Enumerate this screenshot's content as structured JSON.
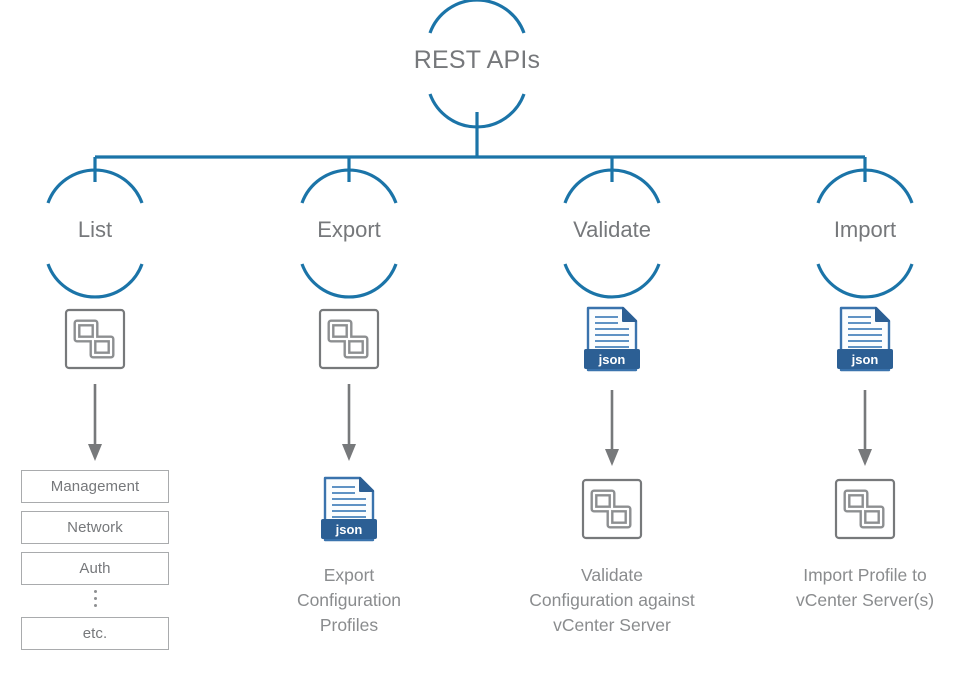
{
  "diagram": {
    "title": "REST APIs",
    "accent_color": "#1b74a8",
    "text_color": "#76787b",
    "box_border_color": "#a9abad",
    "arrow_color": "#77797b",
    "json_badge_color": "#2c5f94",
    "branches": [
      {
        "id": "list",
        "label": "List",
        "icon": "vcenter-icon",
        "arrow": "down-arrow-icon",
        "result_type": "list",
        "items": [
          {
            "type": "box",
            "label": "Management"
          },
          {
            "type": "box",
            "label": "Network"
          },
          {
            "type": "box",
            "label": "Auth"
          },
          {
            "type": "ellipsis",
            "label": ""
          },
          {
            "type": "box",
            "label": "etc."
          }
        ],
        "caption": []
      },
      {
        "id": "export",
        "label": "Export",
        "icon": "vcenter-icon",
        "arrow": "down-arrow-icon",
        "result_type": "json-file",
        "result_icon_label": "json",
        "caption": [
          "Export",
          "Configuration",
          "Profiles"
        ]
      },
      {
        "id": "validate",
        "label": "Validate",
        "icon": "json-file-icon",
        "icon_label": "json",
        "arrow": "down-arrow-icon",
        "result_type": "vcenter",
        "caption": [
          "Validate",
          "Configuration against",
          "vCenter Server"
        ]
      },
      {
        "id": "import",
        "label": "Import",
        "icon": "json-file-icon",
        "icon_label": "json",
        "arrow": "down-arrow-icon",
        "result_type": "vcenter",
        "caption": [
          "Import Profile to",
          "vCenter Server(s)"
        ]
      }
    ]
  }
}
